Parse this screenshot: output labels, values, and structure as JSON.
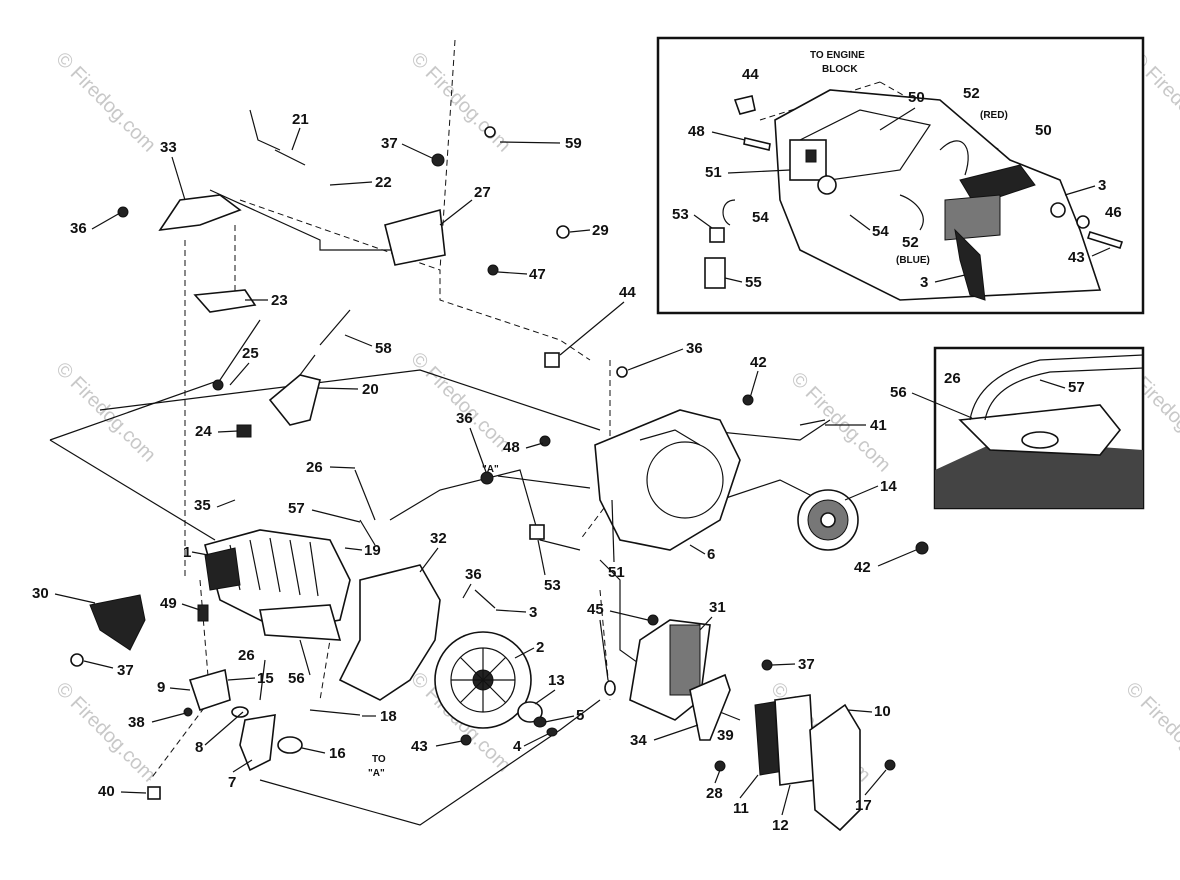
{
  "watermark": "© Firedog.com",
  "inset_main": {
    "to_engine_block": [
      "TO ENGINE",
      "BLOCK"
    ],
    "red": "(RED)",
    "blue": "(BLUE)"
  },
  "notes": {
    "a_label": "\"A\"",
    "to_a": [
      "TO",
      "\"A\""
    ]
  },
  "callouts": {
    "c1": "1",
    "c2": "2",
    "c3": "3",
    "c4": "4",
    "c5": "5",
    "c6": "6",
    "c7": "7",
    "c8": "8",
    "c9": "9",
    "c10": "10",
    "c11": "11",
    "c12": "12",
    "c13": "13",
    "c14": "14",
    "c15": "15",
    "c16": "16",
    "c17": "17",
    "c18": "18",
    "c19": "19",
    "c20": "20",
    "c21": "21",
    "c22": "22",
    "c23": "23",
    "c24": "24",
    "c25": "25",
    "c26": "26",
    "c27": "27",
    "c28": "28",
    "c29": "29",
    "c30": "30",
    "c31": "31",
    "c32": "32",
    "c33": "33",
    "c34": "34",
    "c35": "35",
    "c36": "36",
    "c37": "37",
    "c38": "38",
    "c39": "39",
    "c40": "40",
    "c41": "41",
    "c42": "42",
    "c43": "43",
    "c44": "44",
    "c45": "45",
    "c46": "46",
    "c47": "47",
    "c48": "48",
    "c49": "49",
    "c50": "50",
    "c51": "51",
    "c52": "52",
    "c53": "53",
    "c54": "54",
    "c55": "55",
    "c56": "56",
    "c57": "57",
    "c58": "58",
    "c59": "59"
  }
}
